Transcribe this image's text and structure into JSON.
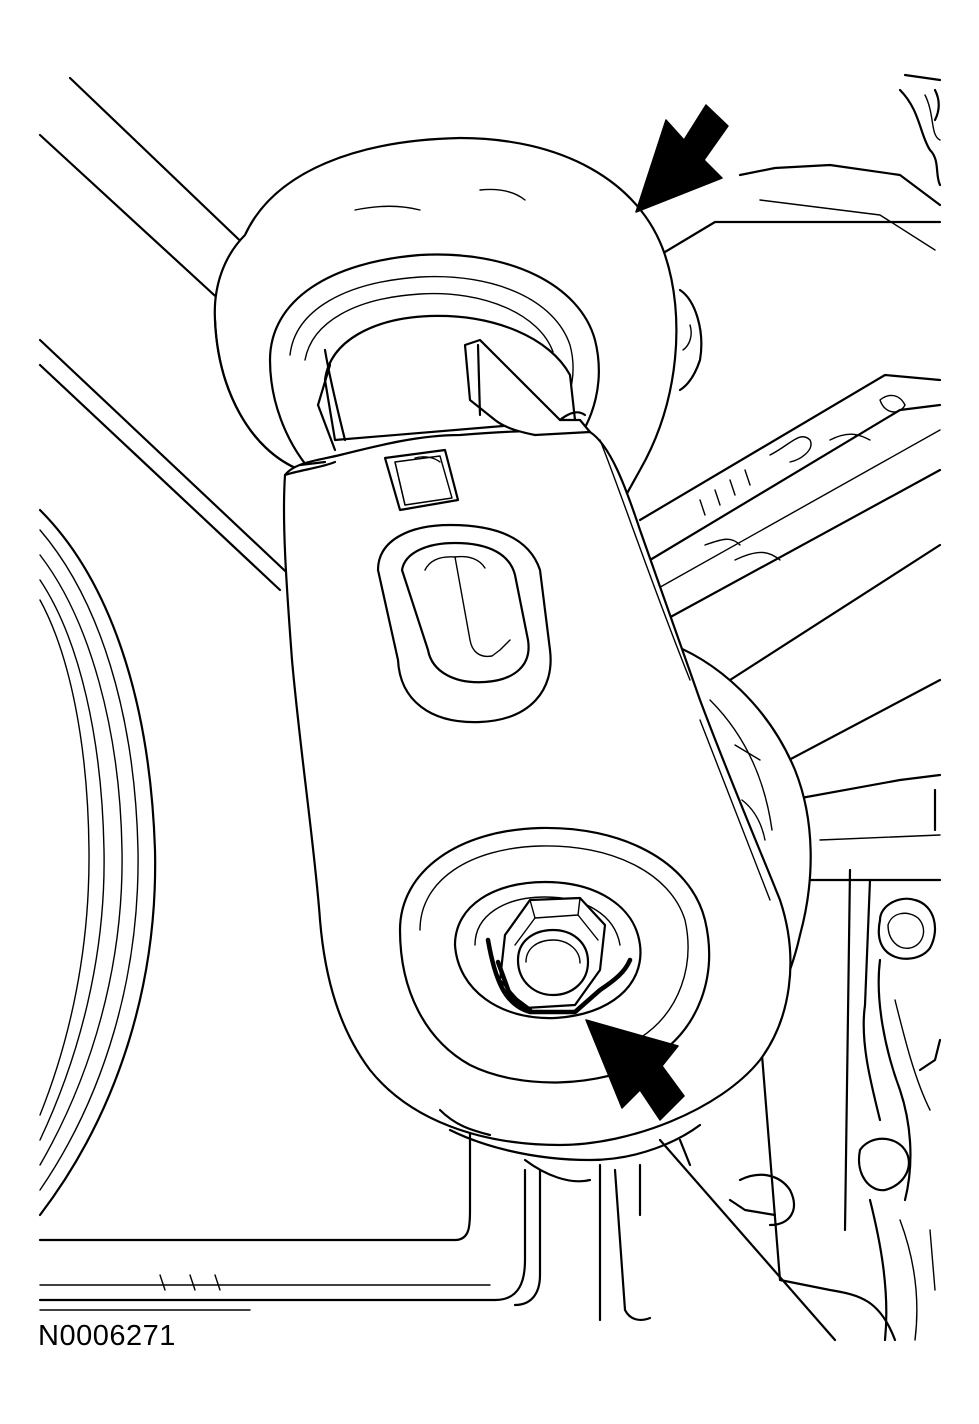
{
  "figure": {
    "id_label": "N0006271",
    "line_color": "#000000",
    "background_color": "#ffffff"
  },
  "callouts": [
    {
      "name": "upper-arrow",
      "points_to": "belt-tensioner-pulley"
    },
    {
      "name": "lower-arrow",
      "points_to": "tensioner-bolt"
    }
  ]
}
